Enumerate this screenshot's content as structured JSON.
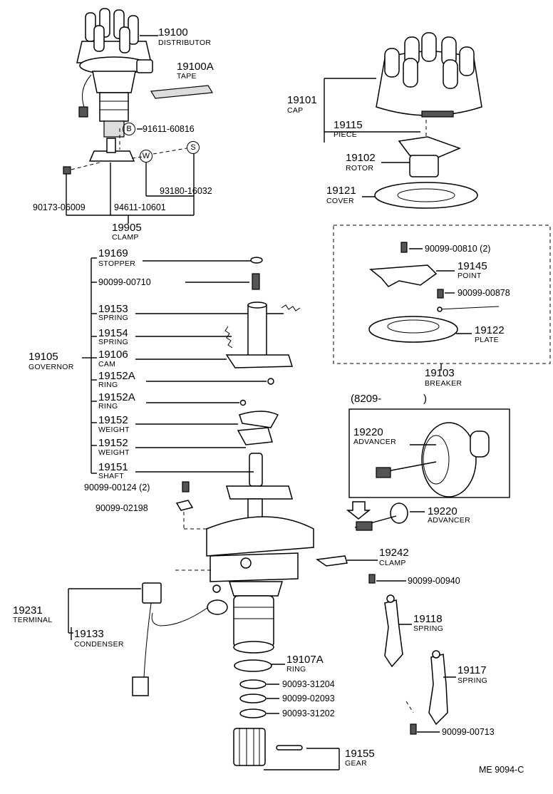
{
  "distributor": {
    "num": "19100",
    "name": "DISTRIBUTOR"
  },
  "tape": {
    "num": "19100A",
    "name": "TAPE"
  },
  "bolt_b": {
    "badge": "B",
    "pn": "91611-60816"
  },
  "washer_w": {
    "badge": "W"
  },
  "screw_s": {
    "badge": "S"
  },
  "pn_90173": "90173-06009",
  "pn_94611": "94611-10601",
  "pn_93180": "93180-16032",
  "clamp_19905": {
    "num": "19905",
    "name": "CLAMP"
  },
  "cap": {
    "num": "19101",
    "name": "CAP"
  },
  "piece": {
    "num": "19115",
    "name": "PIECE"
  },
  "rotor": {
    "num": "19102",
    "name": "ROTOR"
  },
  "cover": {
    "num": "19121",
    "name": "COVER"
  },
  "breaker_group": {
    "screw_a": "90099-00810 (2)",
    "point": {
      "num": "19145",
      "name": "POINT"
    },
    "screw_b": "90099-00878",
    "plate": {
      "num": "19122",
      "name": "PLATE"
    },
    "breaker": {
      "num": "19103",
      "name": "BREAKER"
    }
  },
  "governor_group": {
    "stopper": {
      "num": "19169",
      "name": "STOPPER"
    },
    "screw": "90099-00710",
    "spring1": {
      "num": "19153",
      "name": "SPRING"
    },
    "spring2": {
      "num": "19154",
      "name": "SPRING"
    },
    "governor": {
      "num": "19105",
      "name": "GOVERNOR"
    },
    "cam": {
      "num": "19106",
      "name": "CAM"
    },
    "ring1": {
      "num": "19152A",
      "name": "RING"
    },
    "ring2": {
      "num": "19152A",
      "name": "RING"
    },
    "weight1": {
      "num": "19152",
      "name": "WEIGHT"
    },
    "weight2": {
      "num": "19152",
      "name": "WEIGHT"
    },
    "shaft": {
      "num": "19151",
      "name": "SHAFT"
    }
  },
  "pn_90099_00124": "90099-00124 (2)",
  "pn_90099_02198": "90099-02198",
  "advancer_group": {
    "date_open": "(8209-",
    "date_close": ")",
    "advancer_inner": {
      "num": "19220",
      "name": "ADVANCER"
    },
    "advancer_outer": {
      "num": "19220",
      "name": "ADVANCER"
    }
  },
  "clamp_19242": {
    "num": "19242",
    "name": "CLAMP"
  },
  "pn_90099_00940": "90099-00940",
  "terminal": {
    "num": "19231",
    "name": "TERMINAL"
  },
  "condenser": {
    "num": "19133",
    "name": "CONDENSER"
  },
  "spring_19118": {
    "num": "19118",
    "name": "SPRING"
  },
  "spring_19117": {
    "num": "19117",
    "name": "SPRING"
  },
  "ring_19107a": {
    "num": "19107A",
    "name": "RING"
  },
  "pn_90093_31204": "90093-31204",
  "pn_90099_02093": "90099-02093",
  "pn_90093_31202": "90093-31202",
  "pn_90099_00713": "90099-00713",
  "gear": {
    "num": "19155",
    "name": "GEAR"
  },
  "diagram_code": "ME  9094-C"
}
